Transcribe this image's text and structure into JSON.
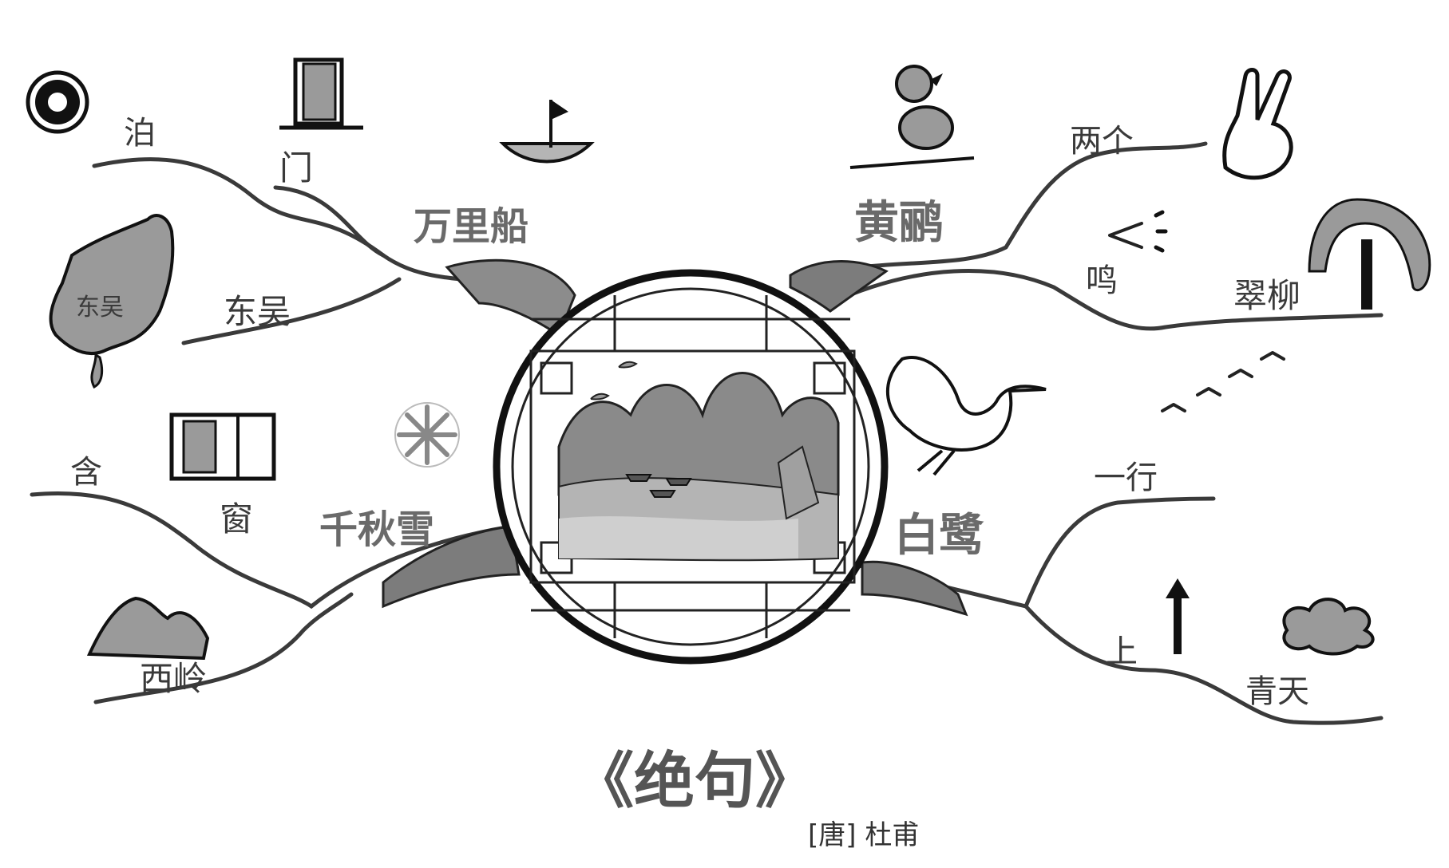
{
  "title": "《绝句》",
  "author": "[唐] 杜甫",
  "center_icon": "window-landscape-icon",
  "branches": {
    "top_left": {
      "main": "万里船",
      "subs": [
        "泊",
        "门",
        "东吴"
      ],
      "icons": [
        "p-icon",
        "door-icon",
        "boat-icon",
        "dongwu-island-icon"
      ],
      "island_label": "东吴"
    },
    "bottom_left": {
      "main": "千秋雪",
      "subs": [
        "含",
        "窗",
        "西岭"
      ],
      "icons": [
        "window-icon",
        "snowflake-icon",
        "mountain-icon"
      ]
    },
    "top_right": {
      "main": "黄鹂",
      "subs": [
        "两个",
        "鸣",
        "翠柳"
      ],
      "icons": [
        "bird-icon",
        "victory-hand-icon",
        "sound-icon",
        "willow-icon"
      ]
    },
    "bottom_right": {
      "main": "白鹭",
      "subs": [
        "一行",
        "上",
        "青天"
      ],
      "icons": [
        "egret-icon",
        "flock-icon",
        "up-arrow-icon",
        "cloud-icon"
      ]
    }
  }
}
